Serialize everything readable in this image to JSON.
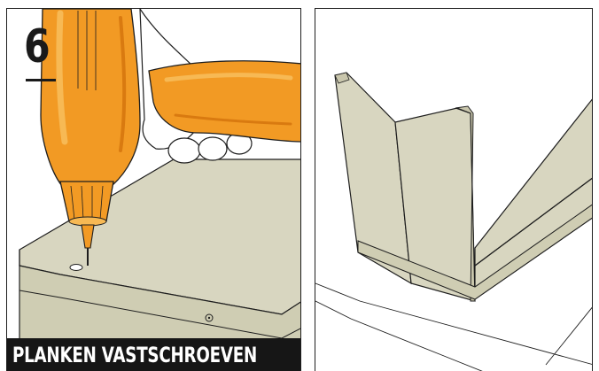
{
  "step": {
    "number": "6",
    "title": "PLANKEN VASTSCHROEVEN"
  },
  "colors": {
    "board": "#d8d6c0",
    "board_dark": "#c9c6ac",
    "drill_orange": "#f29a24",
    "drill_orange_light": "#f7b954",
    "outline": "#1e1e1e",
    "caption_bg": "#161616",
    "caption_text": "#ffffff"
  },
  "illustrations": {
    "left": "drill-screwing-board-illustration",
    "right": "assembled-boards-corner-illustration"
  }
}
